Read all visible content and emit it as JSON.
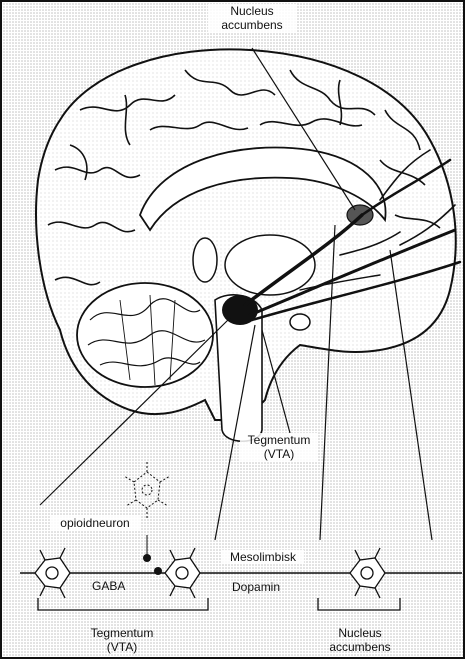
{
  "labels": {
    "nucleus_accumbens_top": [
      "Nucleus",
      "accumbens"
    ],
    "tegmentum_vta_mid": [
      "Tegmentum",
      "(VTA)"
    ],
    "opioidneuron": "opioidneuron",
    "mesolimbisk": "Mesolimbisk",
    "gaba": "GABA",
    "dopamin": "Dopamin",
    "tegmentum_vta_bottom": [
      "Tegmentum",
      "(VTA)"
    ],
    "nucleus_accumbens_bottom": [
      "Nucleus",
      "accumbens"
    ]
  },
  "colors": {
    "background": "#ffffff",
    "stipple": "#cfcfcf",
    "ink": "#111111"
  }
}
